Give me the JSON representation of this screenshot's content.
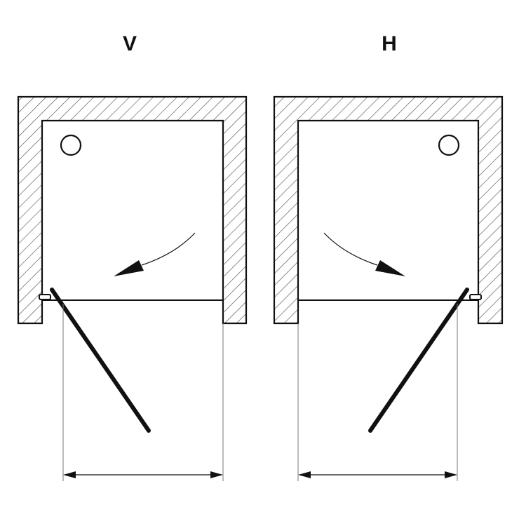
{
  "diagrams": [
    {
      "label": "V",
      "hinge_side": "left"
    },
    {
      "label": "H",
      "hinge_side": "right"
    }
  ]
}
